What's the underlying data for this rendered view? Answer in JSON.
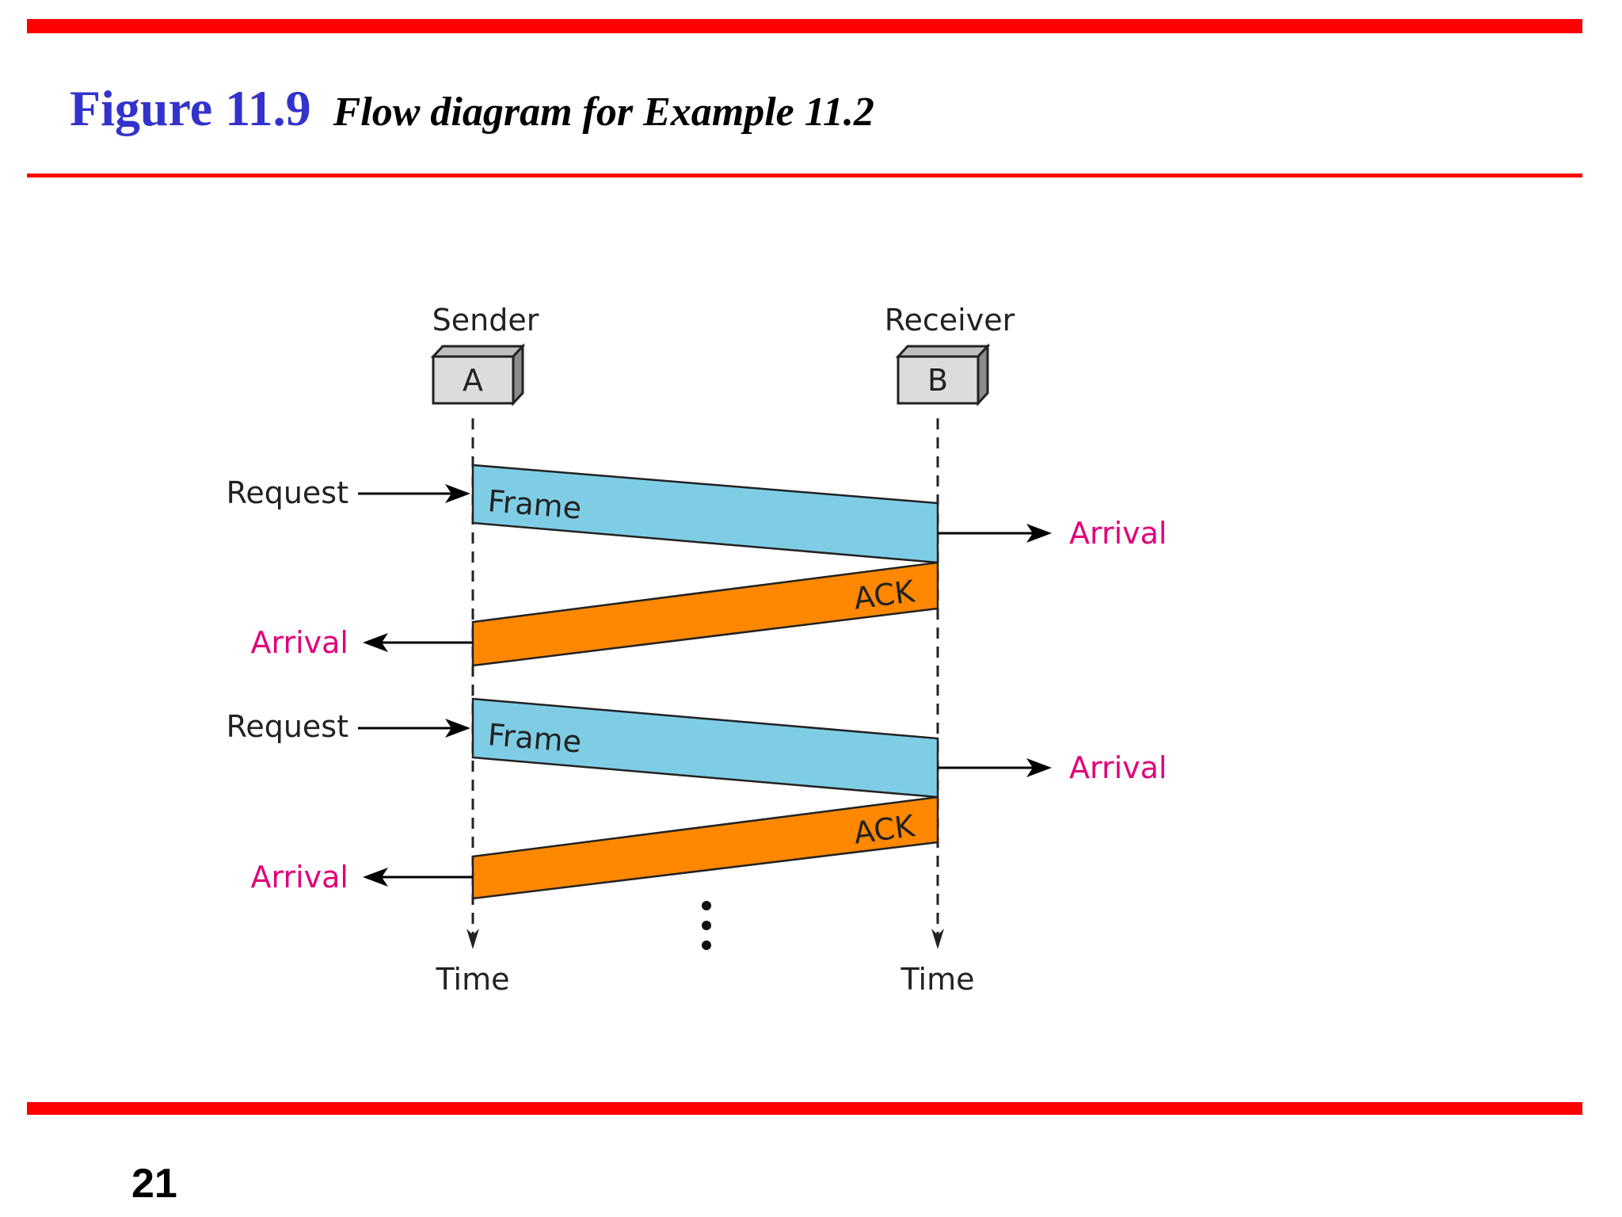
{
  "figure_number": "Figure 11.9",
  "caption": "Flow diagram for Example 11.2",
  "page_number": "21",
  "colors": {
    "rule": "#ff0000",
    "figure_number": "#3333cc",
    "frame": "#7ecde5",
    "ack": "#ff8800",
    "arrival": "#e0007a"
  },
  "diagram": {
    "sender_label": "Sender",
    "receiver_label": "Receiver",
    "sender_station": "A",
    "receiver_station": "B",
    "time_label_sender": "Time",
    "time_label_receiver": "Time",
    "exchanges": [
      {
        "request_label": "Request",
        "frame_label": "Frame",
        "receiver_arrival_label": "Arrival",
        "ack_label": "ACK",
        "sender_arrival_label": "Arrival"
      },
      {
        "request_label": "Request",
        "frame_label": "Frame",
        "receiver_arrival_label": "Arrival",
        "ack_label": "ACK",
        "sender_arrival_label": "Arrival"
      }
    ]
  }
}
